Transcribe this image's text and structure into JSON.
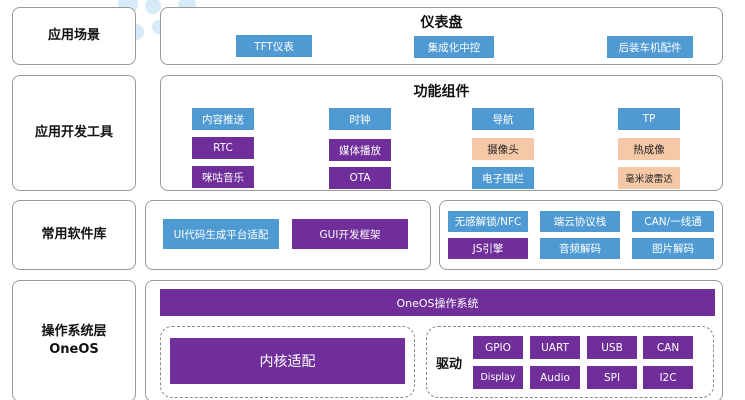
{
  "rows": {
    "scenario": "应用场景",
    "devtools": "应用开发工具",
    "libs": "常用软件库",
    "os_line1": "操作系统层",
    "os_line2": "OneOS"
  },
  "dashboard": {
    "title": "仪表盘",
    "items": [
      "TFT仪表",
      "集成化中控",
      "后装车机配件"
    ]
  },
  "components": {
    "title": "功能组件",
    "items": [
      "内容推送",
      "时钟",
      "导航",
      "TP",
      "RTC",
      "媒体播放",
      "摄像头",
      "热成像",
      "咪咕音乐",
      "OTA",
      "电子围栏",
      "毫米波雷达"
    ]
  },
  "gui_libs": [
    "UI代码生成平台适配",
    "GUI开发框架"
  ],
  "soft_libs": [
    "无感解锁/NFC",
    "端云协议栈",
    "CAN/一线通",
    "JS引擎",
    "音频解码",
    "图片解码"
  ],
  "os": {
    "banner": "OneOS操作系统",
    "kernel": "内核适配",
    "driver_label": "驱动",
    "drivers": [
      "GPIO",
      "UART",
      "USB",
      "CAN",
      "Display",
      "Audio",
      "SPI",
      "I2C"
    ]
  },
  "colors": {
    "blue": "#4f9ad3",
    "purple": "#6f2e9a",
    "peach": "#f5c8a8"
  }
}
